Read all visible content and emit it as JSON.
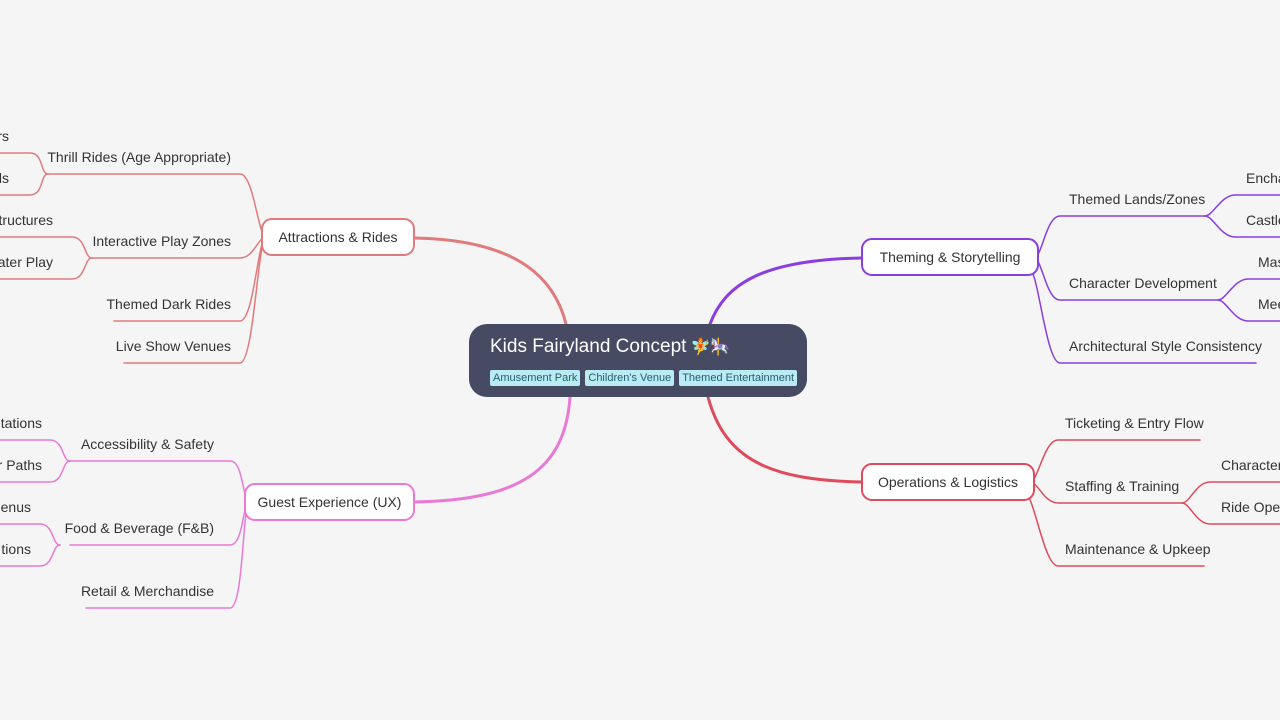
{
  "root": {
    "title": "Kids Fairyland Concept",
    "emoji": "🧚🎠",
    "tags": [
      "Amusement Park",
      "Children's Venue",
      "Themed Entertainment"
    ]
  },
  "colors": {
    "background": "#f5f5f5",
    "root_fill": "#474a63",
    "tag_fill": "#b8ecf2",
    "attractions": "#e07b7b",
    "theming": "#8a3ee0",
    "guest": "#e87ad6",
    "operations": "#e04a5b"
  },
  "branches": {
    "attractions": {
      "label": "Attractions & Rides",
      "children": [
        {
          "label": "Thrill Rides (Age Appropriate)",
          "children": [
            "rs",
            "ls"
          ]
        },
        {
          "label": "Interactive Play Zones",
          "children": [
            "tructures",
            "ater Play"
          ]
        },
        {
          "label": "Themed Dark Rides"
        },
        {
          "label": "Live Show Venues"
        }
      ]
    },
    "guest": {
      "label": "Guest Experience (UX)",
      "children": [
        {
          "label": "Accessibility & Safety",
          "children": [
            "tations",
            "r Paths"
          ]
        },
        {
          "label": "Food & Beverage (F&B)",
          "children": [
            "Menus",
            "tions"
          ]
        },
        {
          "label": "Retail & Merchandise"
        }
      ]
    },
    "theming": {
      "label": "Theming & Storytelling",
      "children": [
        {
          "label": "Themed Lands/Zones",
          "children": [
            "Encha",
            "Castle"
          ]
        },
        {
          "label": "Character Development",
          "children": [
            "Mas",
            "Mee"
          ]
        },
        {
          "label": "Architectural Style Consistency"
        }
      ]
    },
    "operations": {
      "label": "Operations & Logistics",
      "children": [
        {
          "label": "Ticketing & Entry Flow"
        },
        {
          "label": "Staffing & Training",
          "children": [
            "Character",
            "Ride Oper"
          ]
        },
        {
          "label": "Maintenance & Upkeep"
        }
      ]
    }
  }
}
